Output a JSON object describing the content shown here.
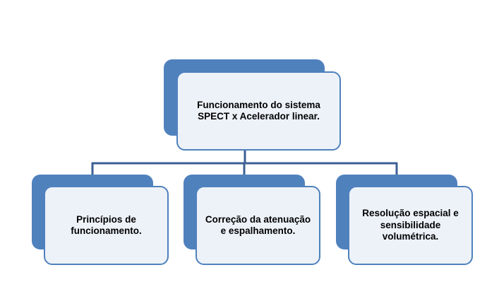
{
  "colors": {
    "accent": "#4f81bd",
    "connector": "#3c5f95",
    "card_fill": "#edf2f9"
  },
  "root": {
    "label": "Funcionamento do sistema\nSPECT  x Acelerador linear."
  },
  "children": [
    {
      "label": "Princípios de\nfuncionamento."
    },
    {
      "label": "Correção da atenuação\ne espalhamento."
    },
    {
      "label": "Resolução espacial e\nsensibilidade\nvolumétrica."
    }
  ]
}
